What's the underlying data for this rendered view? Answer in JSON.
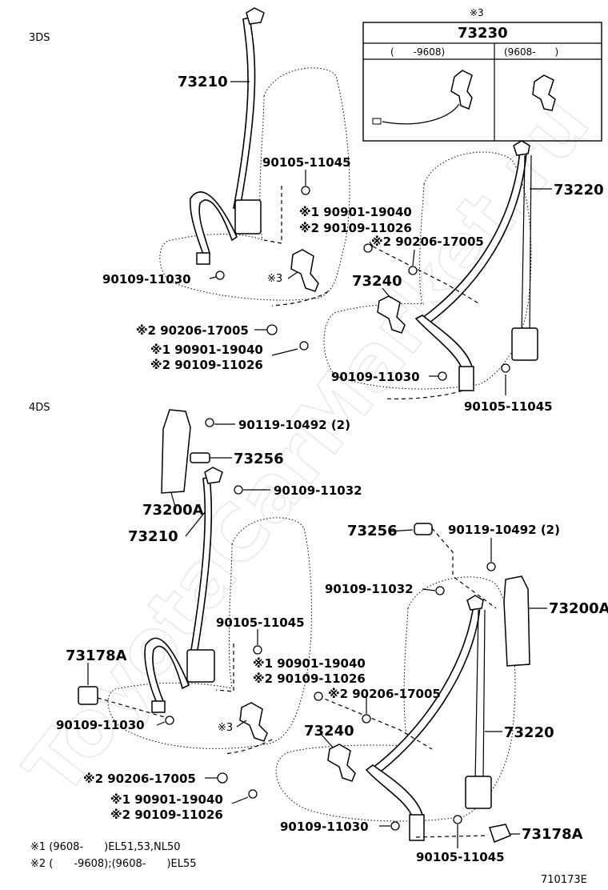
{
  "sections": {
    "top": "3DS",
    "bottom": "4DS"
  },
  "inset": {
    "mark": "※3",
    "part": "73230",
    "col_left": "(　　-9608)",
    "col_right": "(9608-　　)"
  },
  "labels": {
    "p73210a": "73210",
    "p90105_11045a": "90105-11045",
    "p90901_19040a": "※1 90901-19040",
    "p90109_11026a": "※2 90109-11026",
    "p90109_11030a": "90109-11030",
    "mark3a": "※3",
    "p90206_17005a": "※2 90206-17005",
    "p90901_19040b": "※1 90901-19040",
    "p90109_11026b": "※2 90109-11026",
    "p73220a": "73220",
    "p90206_17005b": "※2 90206-17005",
    "p73240a": "73240",
    "p90109_11030b": "90109-11030",
    "p90105_11045b": "90105-11045",
    "p90119_10492a": "90119-10492 (2)",
    "p73256a": "73256",
    "p90109_11032a": "90109-11032",
    "p73200Aa": "73200A",
    "p73210b": "73210",
    "p90105_11045c": "90105-11045",
    "p73178Aa": "73178A",
    "p90901_19040c": "※1 90901-19040",
    "p90109_11026c": "※2 90109-11026",
    "p90206_17005c": "※2 90206-17005",
    "p90109_11030c": "90109-11030",
    "mark3b": "※3",
    "p90206_17005d": "※2 90206-17005",
    "p90901_19040d": "※1 90901-19040",
    "p90109_11026d": "※2 90109-11026",
    "p73256b": "73256",
    "p90119_10492b": "90119-10492 (2)",
    "p90109_11032b": "90109-11032",
    "p73200Ab": "73200A",
    "p73240b": "73240",
    "p73220b": "73220",
    "p90109_11030d": "90109-11030",
    "p73178Ab": "73178A",
    "p90105_11045d": "90105-11045"
  },
  "footnotes": {
    "n1": "※1 (9608-　　)EL51,53,NL50",
    "n2": "※2 (　　-9608);(9608-　　)EL55"
  },
  "drawing_no": "710173E",
  "watermark": "ToyotaCarMarket.ru"
}
